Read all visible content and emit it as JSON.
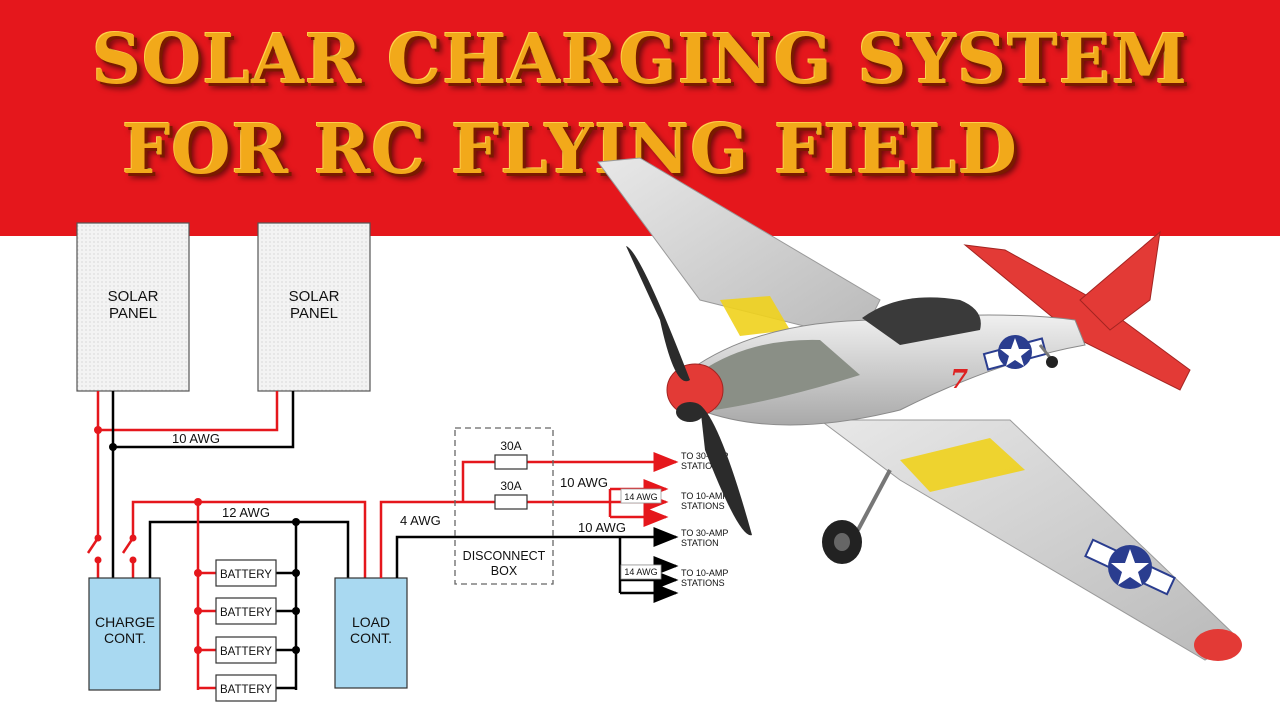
{
  "title": {
    "line1": "SOLAR CHARGING SYSTEM",
    "line2": "FOR RC FLYING FIELD"
  },
  "colors": {
    "banner": "#e5171c",
    "title_text": "#f2a91a",
    "positive_wire": "#e5171c",
    "negative_wire": "#000000",
    "controller_fill": "#a9d9f1"
  },
  "diagram": {
    "panel_left": {
      "line1": "SOLAR",
      "line2": "PANEL"
    },
    "panel_right": {
      "line1": "SOLAR",
      "line2": "PANEL"
    },
    "wire_10awg_top": "10 AWG",
    "wire_12awg": "12 AWG",
    "wire_4awg": "4 AWG",
    "wire_10awg_mid": "10 AWG",
    "wire_10awg_low": "10 AWG",
    "wire_14awg_a": "14 AWG",
    "wire_14awg_b": "14 AWG",
    "charge_controller": {
      "line1": "CHARGE",
      "line2": "CONT."
    },
    "load_controller": {
      "line1": "LOAD",
      "line2": "CONT."
    },
    "batteries": [
      "BATTERY",
      "BATTERY",
      "BATTERY",
      "BATTERY"
    ],
    "fuse_1": "30A",
    "fuse_2": "30A",
    "disconnect_box": {
      "line1": "DISCONNECT",
      "line2": "BOX"
    },
    "outputs": [
      {
        "line1": "TO 30-AMP",
        "line2": "STATION"
      },
      {
        "line1": "TO 10-AMP",
        "line2": "STATIONS"
      },
      {
        "line1": "TO 30-AMP",
        "line2": "STATION"
      },
      {
        "line1": "TO 10-AMP",
        "line2": "STATIONS"
      }
    ]
  },
  "airplane": {
    "icon": "rc-airplane-illustration",
    "tail_number": "7"
  }
}
